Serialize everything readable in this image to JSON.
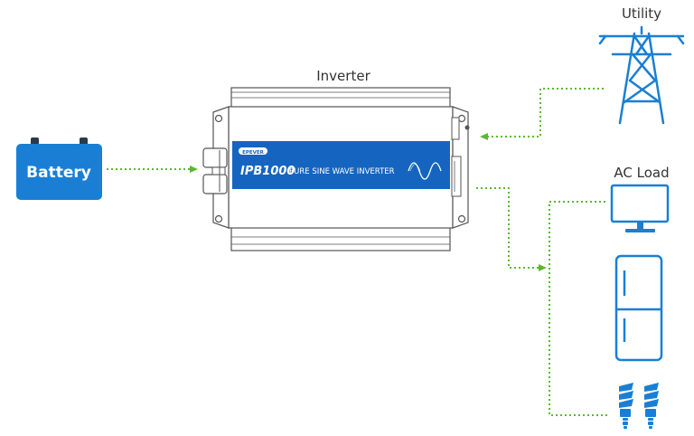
{
  "labels": {
    "inverter": "Inverter",
    "utility": "Utility",
    "ac_load": "AC Load",
    "battery": "Battery"
  },
  "inverter_panel": {
    "brand": "EPEVER",
    "model": "IPB1000",
    "description": "PURE SINE WAVE INVERTER"
  },
  "icons": {
    "battery": "battery-icon",
    "utility": "power-tower-icon",
    "monitor": "monitor-icon",
    "fridge": "refrigerator-icon",
    "bulbs": "cfl-bulb-icon"
  },
  "colors": {
    "icon_blue": "#1a7fd4",
    "panel_blue": "#1565c0",
    "flow_green": "#5cb82e",
    "outline": "#555555"
  }
}
